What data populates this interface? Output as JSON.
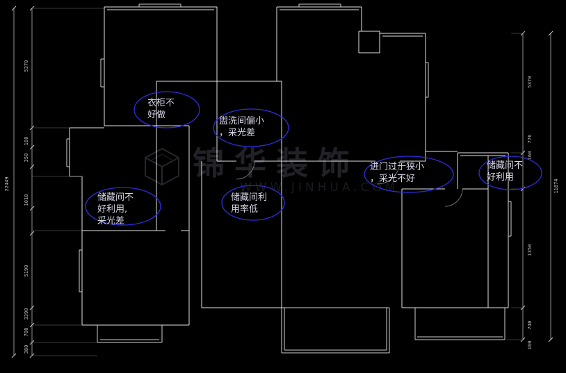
{
  "watermark": {
    "brand": "锦华装饰",
    "url": "WWW.JINHUA.COM"
  },
  "annotations": [
    {
      "name": "wardrobe-note",
      "lines": [
        "衣柜不",
        "好做"
      ]
    },
    {
      "name": "washroom-note",
      "lines": [
        "盥洗间偏小",
        "，采光差"
      ]
    },
    {
      "name": "storage-left-note",
      "lines": [
        "储藏间不",
        "好利用,",
        "采光差"
      ]
    },
    {
      "name": "storage-mid-note",
      "lines": [
        "储藏间利",
        "用率低"
      ]
    },
    {
      "name": "entrance-note",
      "lines": [
        "进门过于狭小",
        "，采光不好"
      ]
    },
    {
      "name": "storage-right-note",
      "lines": [
        "储藏间不",
        "好利用"
      ]
    }
  ],
  "dimensions": {
    "left_total": "22449",
    "right_total": "11874",
    "left": [
      "5370",
      "160",
      "350",
      "1010",
      "5190",
      "3390",
      "700",
      "380"
    ],
    "right": [
      "5370",
      "776",
      "160",
      "1350",
      "740",
      "160"
    ]
  },
  "colors": {
    "background": "#000000",
    "wall_line": "#e2e2e2",
    "window_line": "#cfcfcf",
    "dimension_line": "#b4b4b4",
    "dimension_text": "#c4c4c4",
    "annotation_ellipse": "#2e2ee0",
    "annotation_text": "#d6d6e8",
    "watermark_text": "#212127"
  }
}
